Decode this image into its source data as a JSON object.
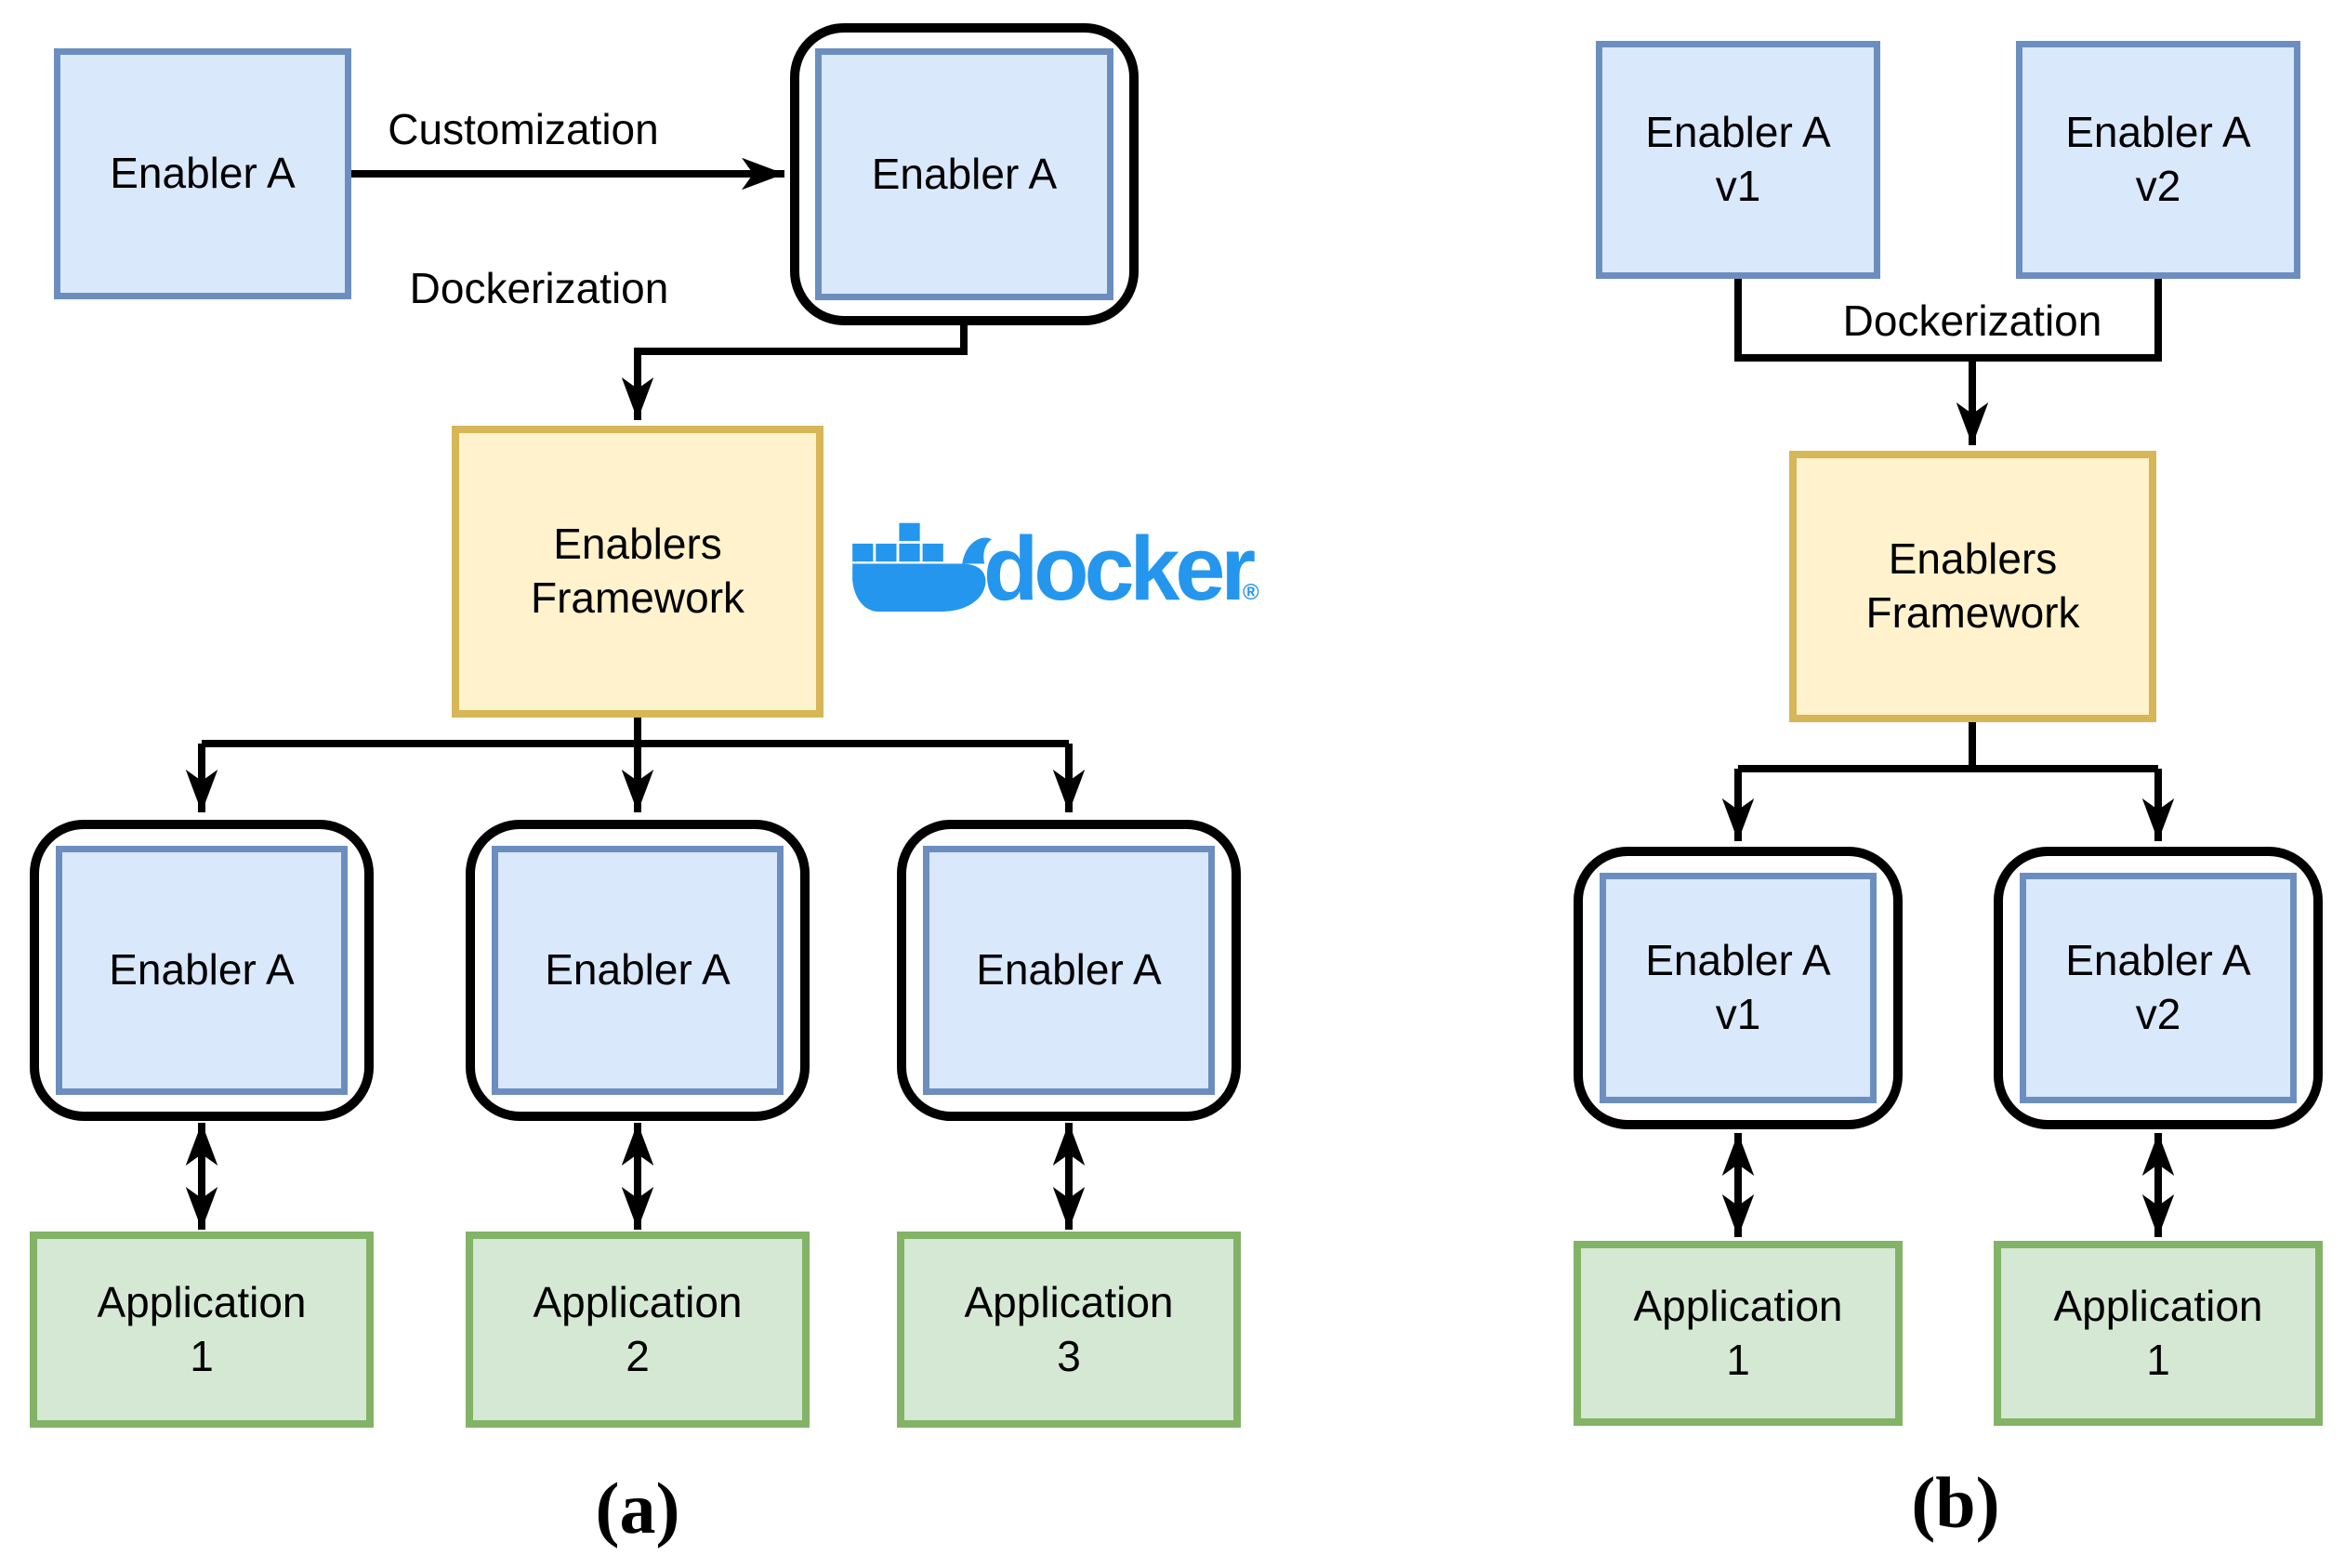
{
  "colors": {
    "box-blue-fill": "#dae8fc",
    "box-blue-stroke": "#6c8ebf",
    "box-yellow-fill": "#fff2cc",
    "box-yellow-stroke": "#d6b656",
    "box-green-fill": "#d5e8d4",
    "box-green-stroke": "#82b366",
    "container-stroke": "#000000",
    "connector": "#000000",
    "docker-blue": "#2496ED"
  },
  "diagram_a": {
    "caption": "(a)",
    "original_enabler": "Enabler A",
    "customization_label": "Customization",
    "dockerized_enabler": "Enabler A",
    "dockerization_label": "Dockerization",
    "framework_label": "Enablers\nFramework",
    "docker_logo": {
      "whale_icon": "docker-whale-icon",
      "wordmark": "docker",
      "registered_mark": "®"
    },
    "enabler_instances": [
      "Enabler A",
      "Enabler A",
      "Enabler A"
    ],
    "applications": [
      "Application\n1",
      "Application\n2",
      "Application\n3"
    ]
  },
  "diagram_b": {
    "caption": "(b)",
    "enabler_versions": [
      "Enabler A\nv1",
      "Enabler A\nv2"
    ],
    "dockerization_label": "Dockerization",
    "framework_label": "Enablers\nFramework",
    "containerized_versions": [
      "Enabler A\nv1",
      "Enabler A\nv2"
    ],
    "applications": [
      "Application\n1",
      "Application\n1"
    ]
  }
}
